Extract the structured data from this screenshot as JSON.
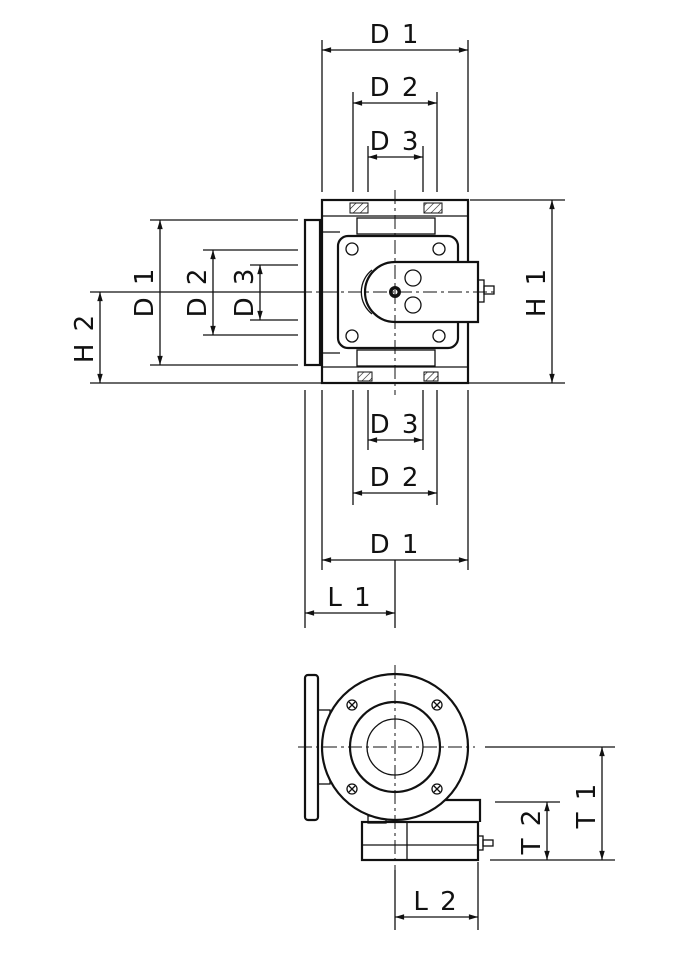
{
  "drawing": {
    "top_view": {
      "dims": {
        "d1_top": "D 1",
        "d2_top": "D 2",
        "d3_top": "D 3",
        "d1_left": "D 1",
        "d2_left": "D 2",
        "d3_left": "D 3",
        "h1": "H 1",
        "h2": "H 2",
        "d3_bottom": "D 3",
        "d2_bottom": "D 2",
        "d1_bottom": "D 1",
        "l1": "L 1"
      }
    },
    "side_view": {
      "dims": {
        "t1": "T 1",
        "t2": "T 2",
        "l2": "L 2"
      }
    },
    "line_color": "#111111"
  }
}
